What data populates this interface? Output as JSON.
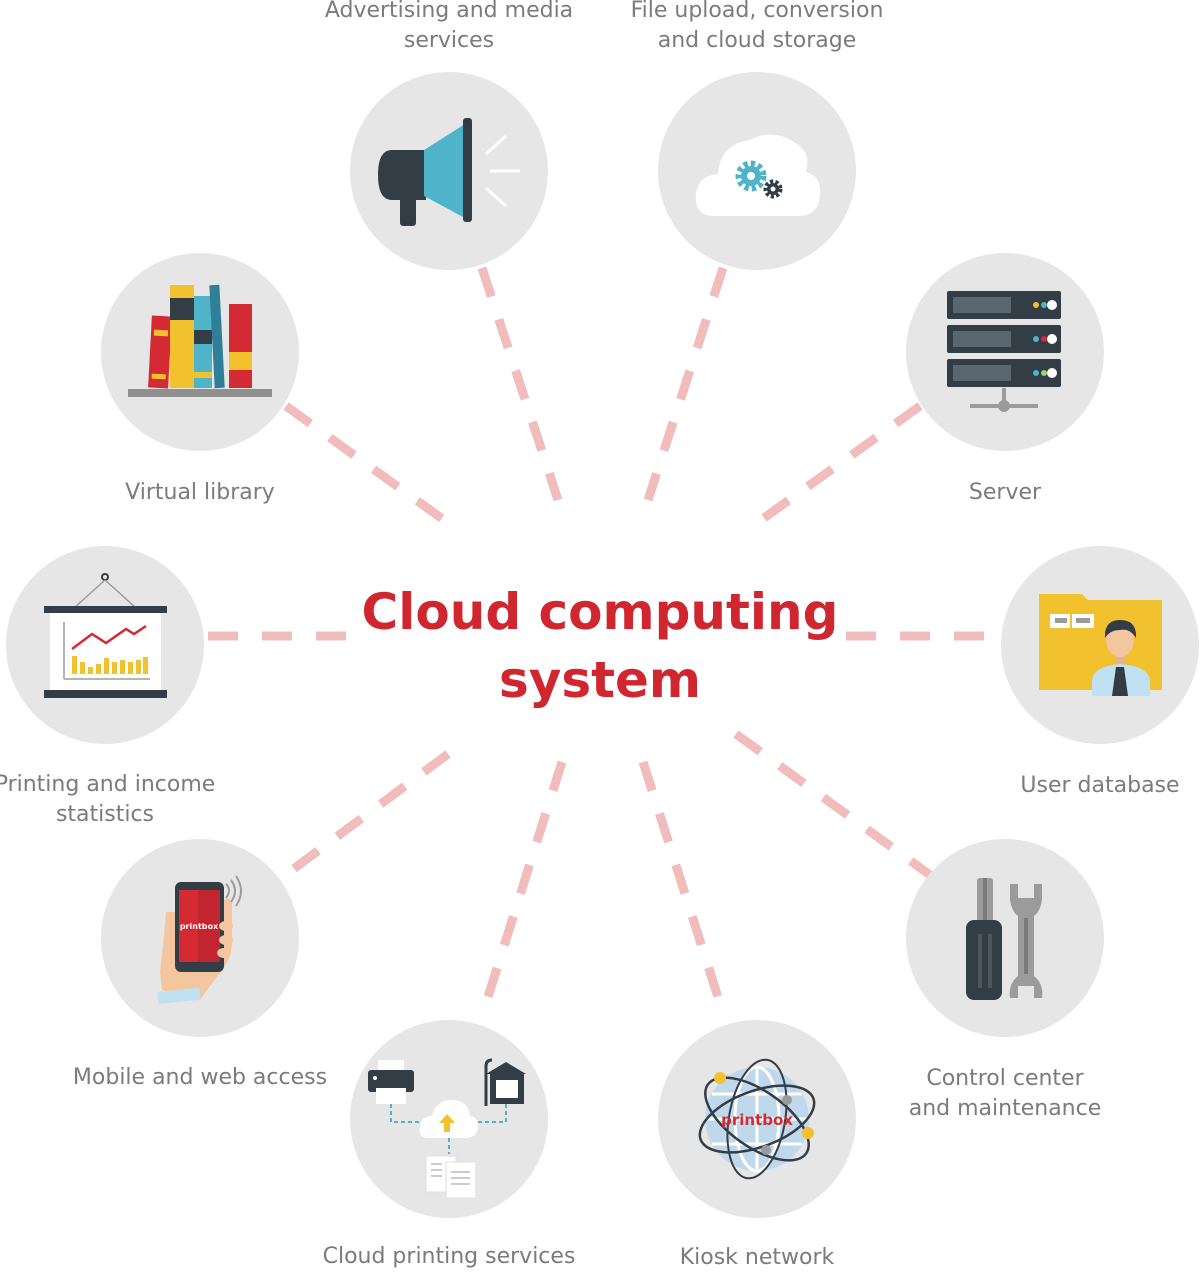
{
  "center": {
    "line1": "Cloud computing",
    "line2": "system"
  },
  "nodes": [
    {
      "id": "advertising",
      "lines": [
        "Advertising and media",
        "services"
      ],
      "icon": "megaphone-icon"
    },
    {
      "id": "file-upload",
      "lines": [
        "File upload, conversion",
        "and cloud storage"
      ],
      "icon": "cloud-gear-icon"
    },
    {
      "id": "virtual-library",
      "lines": [
        "Virtual library"
      ],
      "icon": "books-icon"
    },
    {
      "id": "server",
      "lines": [
        "Server"
      ],
      "icon": "server-icon"
    },
    {
      "id": "printing-stats",
      "lines": [
        "Printing and income",
        "statistics"
      ],
      "icon": "chart-board-icon"
    },
    {
      "id": "user-database",
      "lines": [
        "User database"
      ],
      "icon": "user-folder-icon"
    },
    {
      "id": "mobile-web",
      "lines": [
        "Mobile and web access"
      ],
      "icon": "smartphone-icon"
    },
    {
      "id": "control-center",
      "lines": [
        "Control center",
        "and maintenance"
      ],
      "icon": "tools-icon"
    },
    {
      "id": "cloud-printing",
      "lines": [
        "Cloud printing services"
      ],
      "icon": "cloud-printer-icon"
    },
    {
      "id": "kiosk-network",
      "lines": [
        "Kiosk network"
      ],
      "icon": "globe-network-icon"
    }
  ],
  "brand_text": "printbox",
  "colors": {
    "title": "#d0262f",
    "label": "#7b7b7b",
    "circle": "#e6e6e6",
    "connector": "#f1bcbc",
    "accent_blue": "#4fb3c9",
    "accent_yellow": "#f2c12e",
    "accent_red": "#d42a33",
    "dark": "#333d45"
  }
}
